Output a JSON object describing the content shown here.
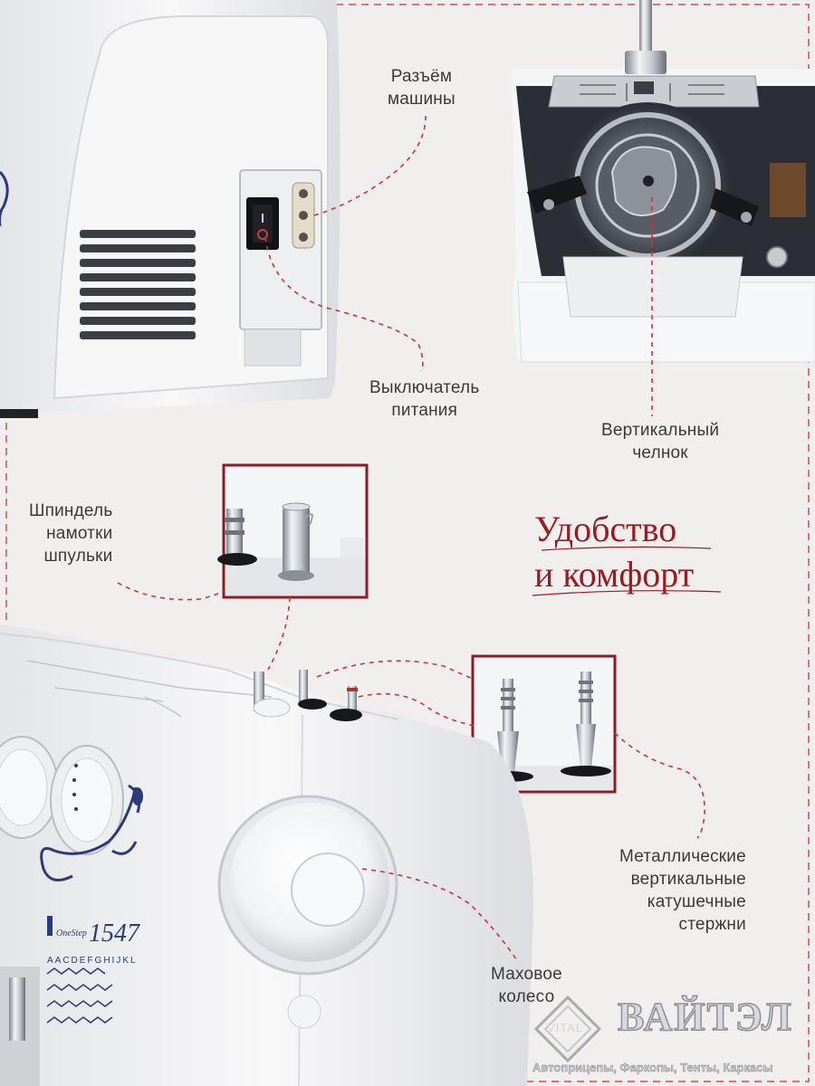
{
  "callouts": {
    "connector": "Разъём\nмашины",
    "power_switch": "Выключатель\nпитания",
    "shuttle": "Вертикальный\nчелнок",
    "bobbin_spindle": "Шпиндель\nнамотки\nшпульки",
    "spool_pins": "Металлические\nвертикальные\nкатушечные\nстержни",
    "handwheel": "Маховое\nколесо"
  },
  "headline": "Удобство\nи комфорт",
  "machine": {
    "model_number": "1547",
    "brand_script": "OneStep",
    "stitch_letters": "AACDEFGHIJKL"
  },
  "watermark": {
    "brand": "ВАЙТЭЛ",
    "emblem_text": "VITAL",
    "tagline": "Автоприцепы, Фаркопы, Тенты, Каркасы"
  },
  "colors": {
    "accent_red": "#9a1c22",
    "dashed_red": "#c9353d",
    "machine_white": "#f7f7f8",
    "decor_blue": "#2b3a78"
  },
  "icons": [
    "power-switch-icon",
    "vital-emblem-icon"
  ]
}
